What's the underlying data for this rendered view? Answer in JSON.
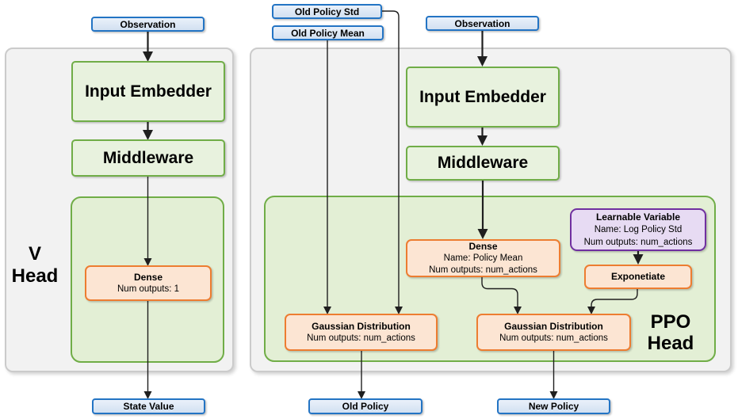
{
  "v_head": {
    "panel_label_line1": "V",
    "panel_label_line2": "Head",
    "observation_label": "Observation",
    "input_embedder_label": "Input Embedder",
    "middleware_label": "Middleware",
    "dense": {
      "title": "Dense",
      "line1": "Num outputs: 1"
    },
    "state_value_label": "State Value"
  },
  "ppo_head": {
    "panel_label_line1": "PPO",
    "panel_label_line2": "Head",
    "old_policy_std_label": "Old Policy Std",
    "old_policy_mean_label": "Old Policy Mean",
    "observation_label": "Observation",
    "input_embedder_label": "Input Embedder",
    "middleware_label": "Middleware",
    "dense": {
      "title": "Dense",
      "line1": "Name: Policy Mean",
      "line2": "Num outputs: num_actions"
    },
    "learnable_variable": {
      "title": "Learnable Variable",
      "line1": "Name: Log Policy Std",
      "line2": "Num outputs: num_actions"
    },
    "exponetiate_label": "Exponetiate",
    "gaussian_old": {
      "title": "Gaussian Distribution",
      "line1": "Num outputs: num_actions"
    },
    "gaussian_new": {
      "title": "Gaussian Distribution",
      "line1": "Num outputs: num_actions"
    },
    "old_policy_label": "Old Policy",
    "new_policy_label": "New Policy"
  },
  "colors": {
    "panel_fill": "#f2f2f2",
    "panel_border": "#cbcbcb",
    "green_border": "#70ad47",
    "green_fill": "#e8f2de",
    "container_fill": "#e3efd5",
    "orange_border": "#ed7d31",
    "orange_fill": "#fce5d3",
    "purple_border": "#7030a0",
    "purple_fill": "#e7dbf3",
    "blue_border": "#2374c4",
    "blue_fill_top": "#eaf1fa",
    "blue_fill_bottom": "#d2e0f1",
    "wire": "#1f1f1f",
    "text": "#000000"
  }
}
